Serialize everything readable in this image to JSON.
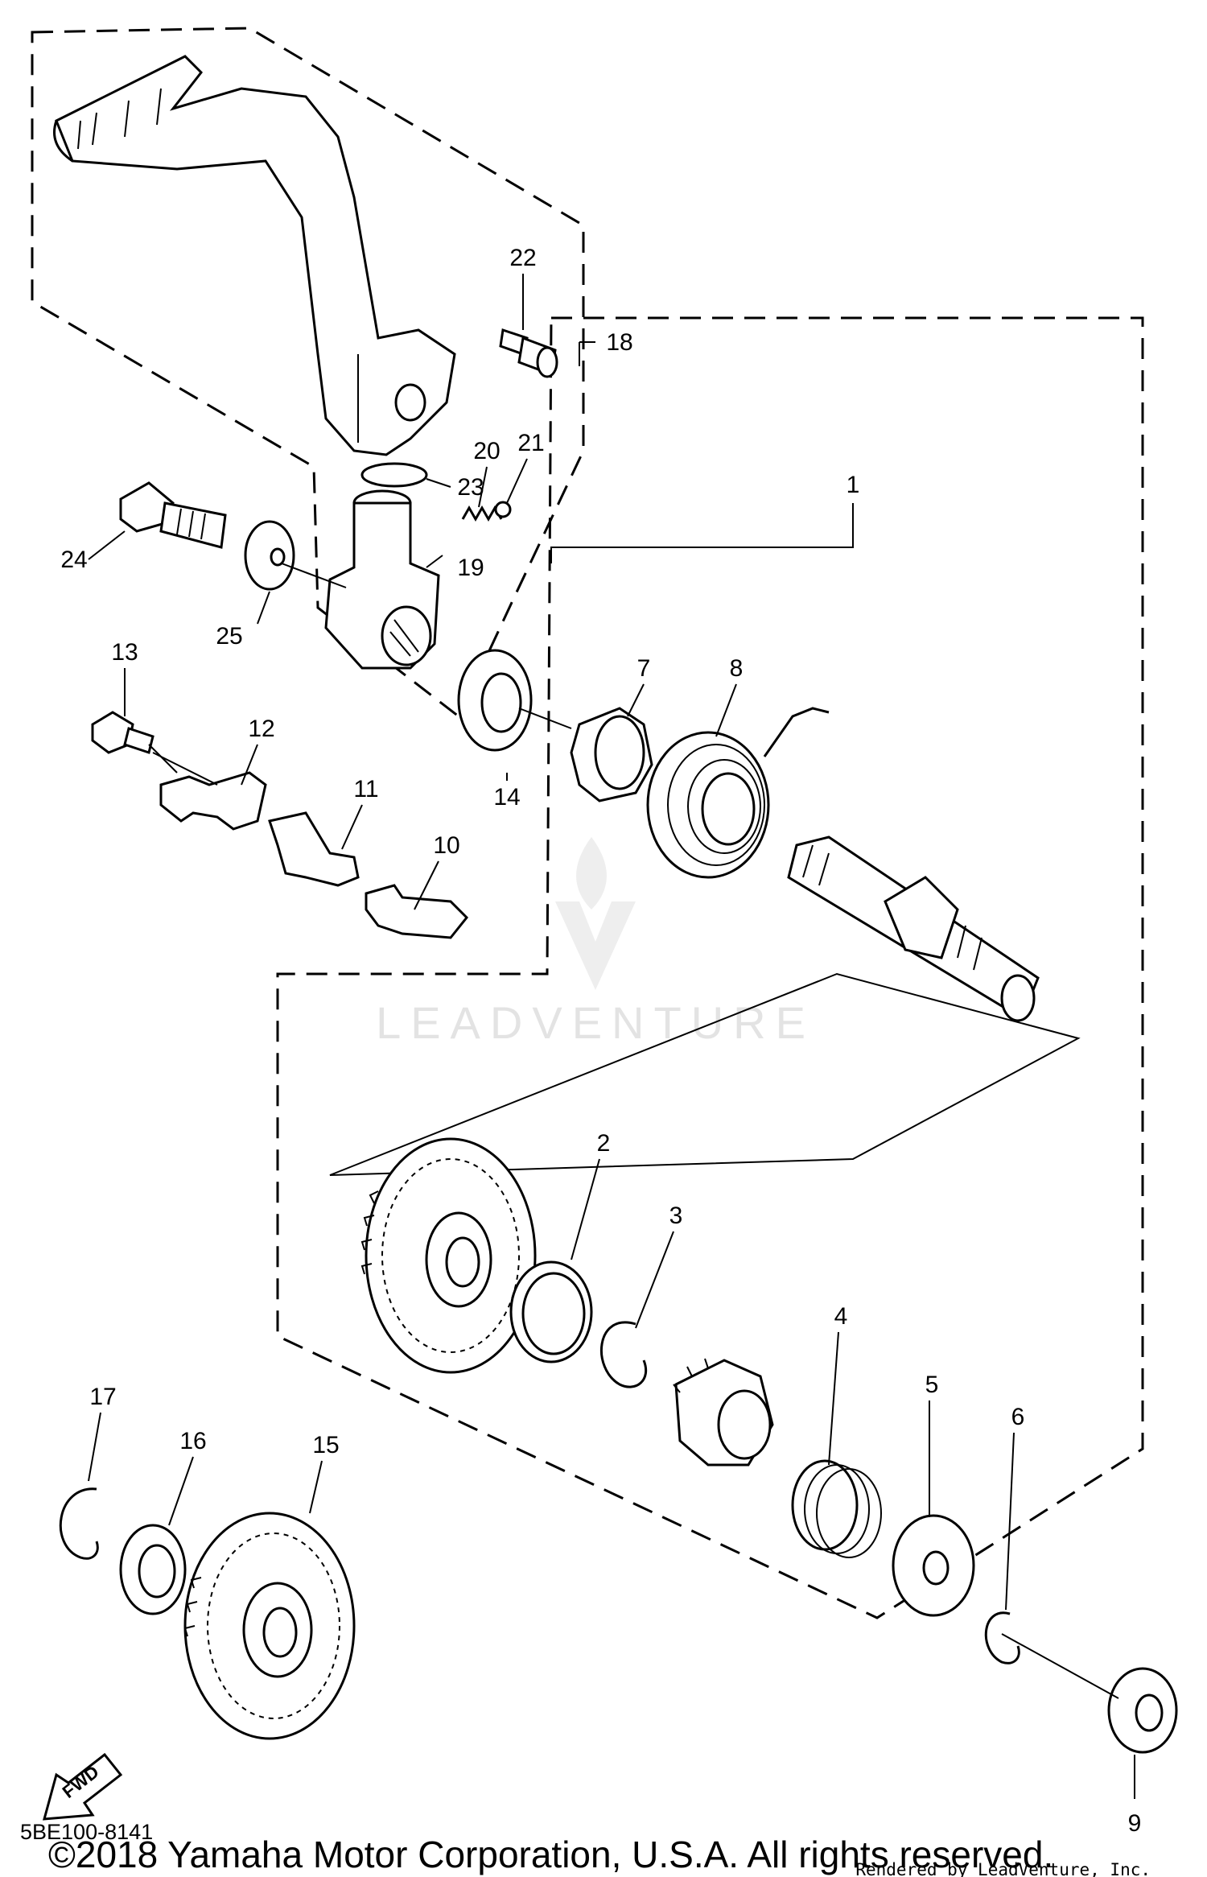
{
  "diagram": {
    "callouts": [
      "1",
      "2",
      "3",
      "4",
      "5",
      "6",
      "7",
      "8",
      "9",
      "10",
      "11",
      "12",
      "13",
      "14",
      "15",
      "16",
      "17",
      "18",
      "19",
      "20",
      "21",
      "22",
      "23",
      "24",
      "25"
    ],
    "direction_label": "FWD",
    "part_code": "5BE100-8141",
    "copyright": "©2018 Yamaha Motor Corporation, U.S.A. All rights reserved.",
    "rendered_by": "Rendered by LeadVenture, Inc.",
    "watermark": "LEADVENTURE"
  }
}
